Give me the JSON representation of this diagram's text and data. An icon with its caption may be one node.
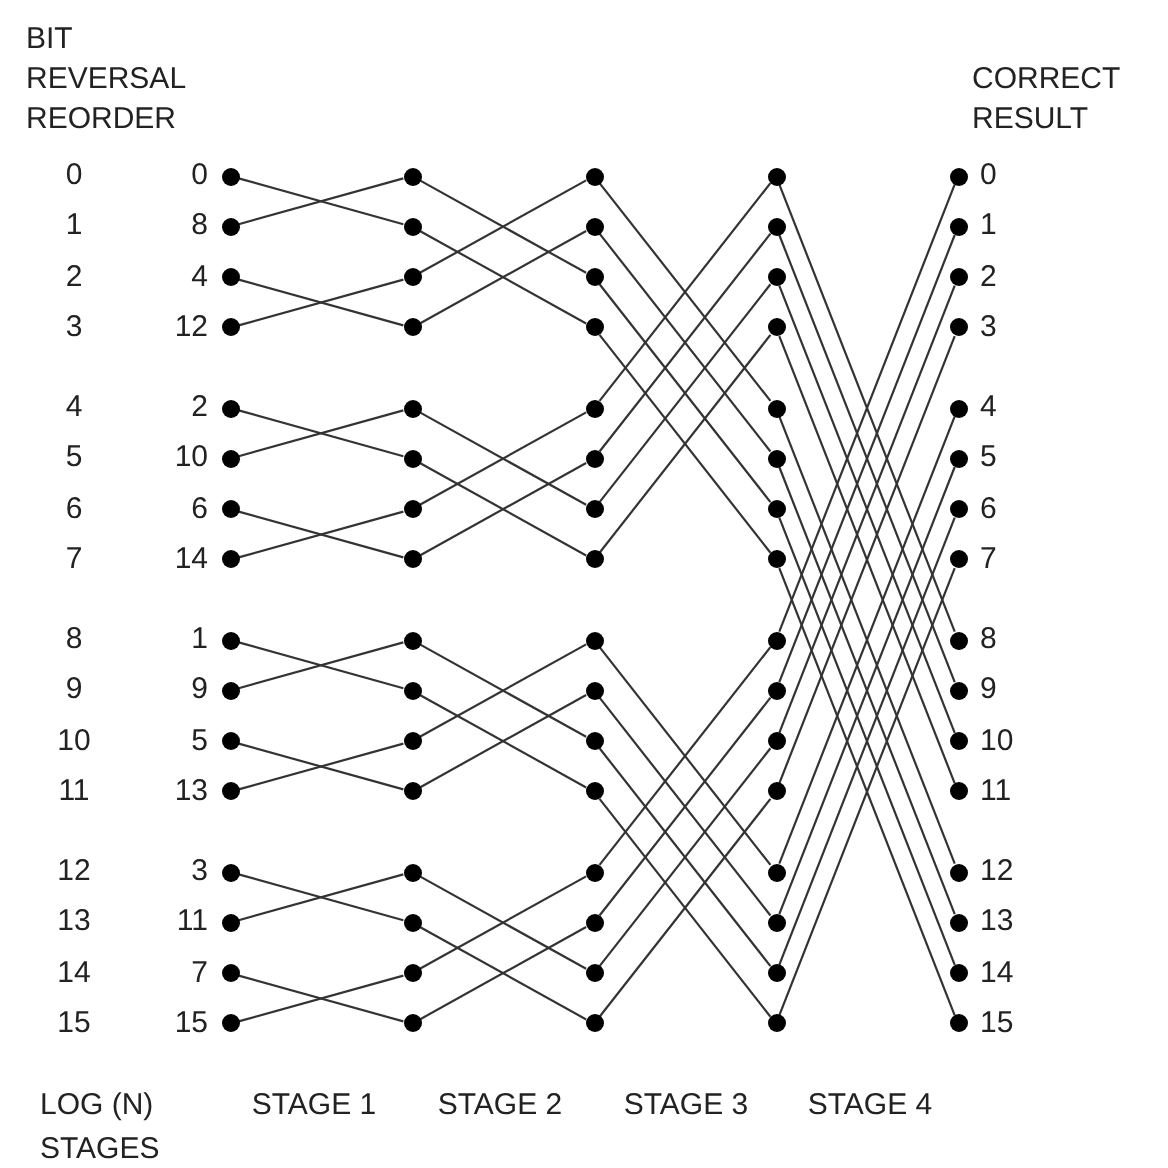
{
  "diagram": {
    "nodes": [
      {
        "text": [],
        "shape": "circle",
        "beside": [
          "0"
        ]
      },
      {
        "text": [],
        "shape": "circle",
        "beside": [
          "8"
        ]
      },
      {
        "text": [],
        "shape": "circle",
        "beside": [
          "4"
        ]
      },
      {
        "text": [],
        "shape": "circle",
        "beside": [
          "12"
        ]
      },
      {
        "text": [],
        "shape": "circle",
        "beside": [
          "2"
        ]
      },
      {
        "text": [],
        "shape": "circle",
        "beside": [
          "10"
        ]
      },
      {
        "text": [],
        "shape": "circle",
        "beside": [
          "6"
        ]
      },
      {
        "text": [],
        "shape": "circle",
        "beside": [
          "14"
        ]
      },
      {
        "text": [],
        "shape": "circle",
        "beside": [
          "1"
        ]
      },
      {
        "text": [],
        "shape": "circle",
        "beside": [
          "9"
        ]
      },
      {
        "text": [],
        "shape": "circle",
        "beside": [
          "5"
        ]
      },
      {
        "text": [],
        "shape": "circle",
        "beside": [
          "13"
        ]
      },
      {
        "text": [],
        "shape": "circle",
        "beside": [
          "3"
        ]
      },
      {
        "text": [],
        "shape": "circle",
        "beside": [
          "11"
        ]
      },
      {
        "text": [],
        "shape": "circle",
        "beside": [
          "7"
        ]
      },
      {
        "text": [],
        "shape": "circle",
        "beside": [
          "15"
        ]
      },
      {
        "text": [],
        "shape": "circle"
      },
      {
        "text": [],
        "shape": "circle"
      },
      {
        "text": [],
        "shape": "circle"
      },
      {
        "text": [],
        "shape": "circle"
      },
      {
        "text": [],
        "shape": "circle"
      },
      {
        "text": [],
        "shape": "circle"
      },
      {
        "text": [],
        "shape": "circle"
      },
      {
        "text": [],
        "shape": "circle"
      },
      {
        "text": [],
        "shape": "circle"
      },
      {
        "text": [],
        "shape": "circle"
      },
      {
        "text": [],
        "shape": "circle"
      },
      {
        "text": [],
        "shape": "circle"
      },
      {
        "text": [],
        "shape": "circle"
      },
      {
        "text": [],
        "shape": "circle"
      },
      {
        "text": [],
        "shape": "circle"
      },
      {
        "text": [],
        "shape": "circle"
      },
      {
        "text": [],
        "shape": "circle"
      },
      {
        "text": [],
        "shape": "circle"
      },
      {
        "text": [],
        "shape": "circle"
      },
      {
        "text": [],
        "shape": "circle"
      },
      {
        "text": [],
        "shape": "circle"
      },
      {
        "text": [],
        "shape": "circle"
      },
      {
        "text": [],
        "shape": "circle"
      },
      {
        "text": [],
        "shape": "circle"
      },
      {
        "text": [],
        "shape": "circle"
      },
      {
        "text": [],
        "shape": "circle"
      },
      {
        "text": [],
        "shape": "circle"
      },
      {
        "text": [],
        "shape": "circle"
      },
      {
        "text": [],
        "shape": "circle"
      },
      {
        "text": [],
        "shape": "circle"
      },
      {
        "text": [],
        "shape": "circle"
      },
      {
        "text": [],
        "shape": "circle"
      },
      {
        "text": [],
        "shape": "circle"
      },
      {
        "text": [],
        "shape": "circle"
      },
      {
        "text": [],
        "shape": "circle"
      },
      {
        "text": [],
        "shape": "circle"
      },
      {
        "text": [],
        "shape": "circle"
      },
      {
        "text": [],
        "shape": "circle"
      },
      {
        "text": [],
        "shape": "circle"
      },
      {
        "text": [],
        "shape": "circle"
      },
      {
        "text": [],
        "shape": "circle"
      },
      {
        "text": [],
        "shape": "circle"
      },
      {
        "text": [],
        "shape": "circle"
      },
      {
        "text": [],
        "shape": "circle"
      },
      {
        "text": [],
        "shape": "circle"
      },
      {
        "text": [],
        "shape": "circle"
      },
      {
        "text": [],
        "shape": "circle"
      },
      {
        "text": [],
        "shape": "circle"
      },
      {
        "text": [],
        "shape": "circle",
        "beside": [
          "0"
        ]
      },
      {
        "text": [],
        "shape": "circle",
        "beside": [
          "1"
        ]
      },
      {
        "text": [],
        "shape": "circle",
        "beside": [
          "2"
        ]
      },
      {
        "text": [],
        "shape": "circle",
        "beside": [
          "3"
        ]
      },
      {
        "text": [],
        "shape": "circle",
        "beside": [
          "4"
        ]
      },
      {
        "text": [],
        "shape": "circle",
        "beside": [
          "5"
        ]
      },
      {
        "text": [],
        "shape": "circle",
        "beside": [
          "6"
        ]
      },
      {
        "text": [],
        "shape": "circle",
        "beside": [
          "7"
        ]
      },
      {
        "text": [],
        "shape": "circle",
        "beside": [
          "8"
        ]
      },
      {
        "text": [],
        "shape": "circle",
        "beside": [
          "9"
        ]
      },
      {
        "text": [],
        "shape": "circle",
        "beside": [
          "10"
        ]
      },
      {
        "text": [],
        "shape": "circle",
        "beside": [
          "11"
        ]
      },
      {
        "text": [],
        "shape": "circle",
        "beside": [
          "12"
        ]
      },
      {
        "text": [],
        "shape": "circle",
        "beside": [
          "13"
        ]
      },
      {
        "text": [],
        "shape": "circle",
        "beside": [
          "14"
        ]
      },
      {
        "text": [],
        "shape": "circle",
        "beside": [
          "15"
        ]
      }
    ],
    "edges": [
      {
        "from": 0,
        "to": 17,
        "arrow": "none"
      },
      {
        "from": 1,
        "to": 16,
        "arrow": "none"
      },
      {
        "from": 2,
        "to": 19,
        "arrow": "none"
      },
      {
        "from": 3,
        "to": 18,
        "arrow": "none"
      },
      {
        "from": 4,
        "to": 21,
        "arrow": "none"
      },
      {
        "from": 5,
        "to": 20,
        "arrow": "none"
      },
      {
        "from": 6,
        "to": 23,
        "arrow": "none"
      },
      {
        "from": 7,
        "to": 22,
        "arrow": "none"
      },
      {
        "from": 8,
        "to": 25,
        "arrow": "none"
      },
      {
        "from": 9,
        "to": 24,
        "arrow": "none"
      },
      {
        "from": 10,
        "to": 27,
        "arrow": "none"
      },
      {
        "from": 11,
        "to": 26,
        "arrow": "none"
      },
      {
        "from": 12,
        "to": 29,
        "arrow": "none"
      },
      {
        "from": 13,
        "to": 28,
        "arrow": "none"
      },
      {
        "from": 14,
        "to": 31,
        "arrow": "none"
      },
      {
        "from": 15,
        "to": 30,
        "arrow": "none"
      },
      {
        "from": 16,
        "to": 34,
        "arrow": "none"
      },
      {
        "from": 17,
        "to": 35,
        "arrow": "none"
      },
      {
        "from": 18,
        "to": 32,
        "arrow": "none"
      },
      {
        "from": 19,
        "to": 33,
        "arrow": "none"
      },
      {
        "from": 20,
        "to": 38,
        "arrow": "none"
      },
      {
        "from": 21,
        "to": 39,
        "arrow": "none"
      },
      {
        "from": 22,
        "to": 36,
        "arrow": "none"
      },
      {
        "from": 23,
        "to": 37,
        "arrow": "none"
      },
      {
        "from": 24,
        "to": 42,
        "arrow": "none"
      },
      {
        "from": 25,
        "to": 43,
        "arrow": "none"
      },
      {
        "from": 26,
        "to": 40,
        "arrow": "none"
      },
      {
        "from": 27,
        "to": 41,
        "arrow": "none"
      },
      {
        "from": 28,
        "to": 46,
        "arrow": "none"
      },
      {
        "from": 29,
        "to": 47,
        "arrow": "none"
      },
      {
        "from": 30,
        "to": 44,
        "arrow": "none"
      },
      {
        "from": 31,
        "to": 45,
        "arrow": "none"
      },
      {
        "from": 32,
        "to": 52,
        "arrow": "none"
      },
      {
        "from": 33,
        "to": 53,
        "arrow": "none"
      },
      {
        "from": 34,
        "to": 54,
        "arrow": "none"
      },
      {
        "from": 35,
        "to": 55,
        "arrow": "none"
      },
      {
        "from": 36,
        "to": 48,
        "arrow": "none"
      },
      {
        "from": 37,
        "to": 49,
        "arrow": "none"
      },
      {
        "from": 38,
        "to": 50,
        "arrow": "none"
      },
      {
        "from": 39,
        "to": 51,
        "arrow": "none"
      },
      {
        "from": 40,
        "to": 60,
        "arrow": "none"
      },
      {
        "from": 41,
        "to": 61,
        "arrow": "none"
      },
      {
        "from": 42,
        "to": 62,
        "arrow": "none"
      },
      {
        "from": 43,
        "to": 63,
        "arrow": "none"
      },
      {
        "from": 44,
        "to": 56,
        "arrow": "none"
      },
      {
        "from": 45,
        "to": 57,
        "arrow": "none"
      },
      {
        "from": 46,
        "to": 58,
        "arrow": "none"
      },
      {
        "from": 47,
        "to": 59,
        "arrow": "none"
      },
      {
        "from": 48,
        "to": 72,
        "arrow": "none"
      },
      {
        "from": 49,
        "to": 73,
        "arrow": "none"
      },
      {
        "from": 50,
        "to": 74,
        "arrow": "none"
      },
      {
        "from": 51,
        "to": 75,
        "arrow": "none"
      },
      {
        "from": 52,
        "to": 76,
        "arrow": "none"
      },
      {
        "from": 53,
        "to": 77,
        "arrow": "none"
      },
      {
        "from": 54,
        "to": 78,
        "arrow": "none"
      },
      {
        "from": 55,
        "to": 79,
        "arrow": "none"
      },
      {
        "from": 56,
        "to": 64,
        "arrow": "none"
      },
      {
        "from": 57,
        "to": 65,
        "arrow": "none"
      },
      {
        "from": 58,
        "to": 66,
        "arrow": "none"
      },
      {
        "from": 59,
        "to": 67,
        "arrow": "none"
      },
      {
        "from": 60,
        "to": 68,
        "arrow": "none"
      },
      {
        "from": 61,
        "to": 69,
        "arrow": "none"
      },
      {
        "from": 62,
        "to": 70,
        "arrow": "none"
      },
      {
        "from": 63,
        "to": 71,
        "arrow": "none"
      }
    ],
    "labels": [
      "BIT REVERSAL REORDER",
      "CORRECT RESULT",
      "0",
      "1",
      "2",
      "3",
      "4",
      "5",
      "6",
      "7",
      "8",
      "9",
      "10",
      "11",
      "12",
      "13",
      "14",
      "15",
      "LOG (N) STAGES",
      "STAGE 1",
      "STAGE 2",
      "STAGE 3",
      "STAGE 4"
    ]
  }
}
